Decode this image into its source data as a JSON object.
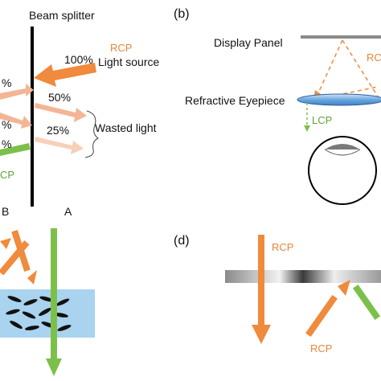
{
  "colors": {
    "orange": "#f08a3c",
    "orange_light": "#f4b594",
    "orange_pale": "#f8cfb7",
    "green": "#7cc04a",
    "lens_blue": "#7fb7e6",
    "medium_blue": "#a9d3ef",
    "black": "#000000"
  },
  "panel_a": {
    "beam_splitter_label": "Beam splitter",
    "rcp_label": "RCP",
    "light_source_label": "Light source",
    "pct_100": "100%",
    "pct_50": "50%",
    "pct_25": "25%",
    "wasted_light_label": "Wasted light",
    "left_pct_top": "%",
    "left_pct_mid": "%",
    "left_pct_low": "%",
    "left_lcp_partial": "CP",
    "label_b": "B",
    "label_a": "A"
  },
  "panel_b": {
    "panel_label": "(b)",
    "display_panel_label": "Display Panel",
    "rcp_partial": "RC",
    "eyepiece_label": "Refractive Eyepiece",
    "lcp_label": "LCP"
  },
  "panel_c": {},
  "panel_d": {
    "panel_label": "(d)",
    "rcp_top": "RCP",
    "rcp_bottom": "RCP"
  }
}
